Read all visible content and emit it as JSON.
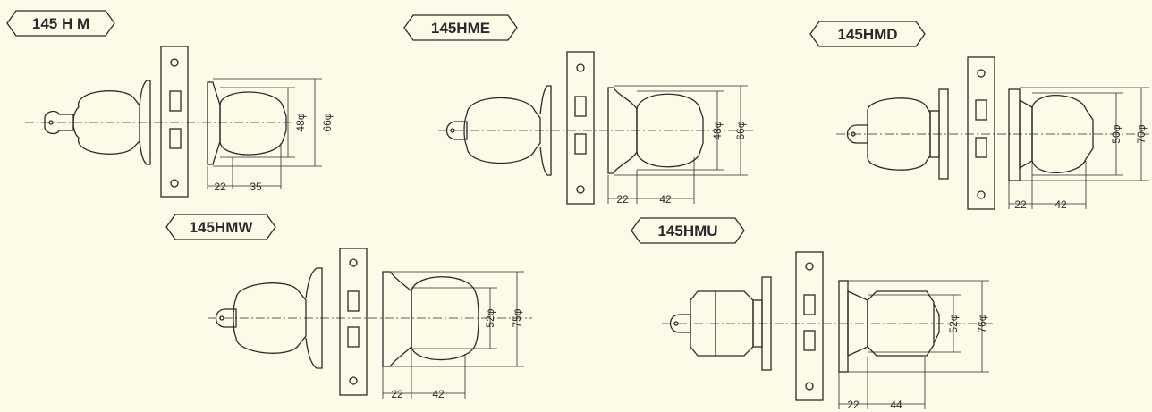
{
  "colors": {
    "background": "#fdfbe8",
    "ink": "#2a2a2a"
  },
  "models": [
    {
      "id": "145hm",
      "label": "145 H M",
      "dims": {
        "small_dia": "48φ",
        "large_dia": "66φ",
        "rose": "22",
        "knob": "35"
      }
    },
    {
      "id": "145hme",
      "label": "145HME",
      "dims": {
        "small_dia": "48φ",
        "large_dia": "66φ",
        "rose": "22",
        "knob": "42"
      }
    },
    {
      "id": "145hmd",
      "label": "145HMD",
      "dims": {
        "small_dia": "50φ",
        "large_dia": "70φ",
        "rose": "22",
        "knob": "42"
      }
    },
    {
      "id": "145hmw",
      "label": "145HMW",
      "dims": {
        "small_dia": "52φ",
        "large_dia": "75φ",
        "rose": "22",
        "knob": "42"
      }
    },
    {
      "id": "145hmu",
      "label": "145HMU",
      "dims": {
        "small_dia": "52φ",
        "large_dia": "76φ",
        "rose": "22",
        "knob": "44"
      }
    }
  ]
}
